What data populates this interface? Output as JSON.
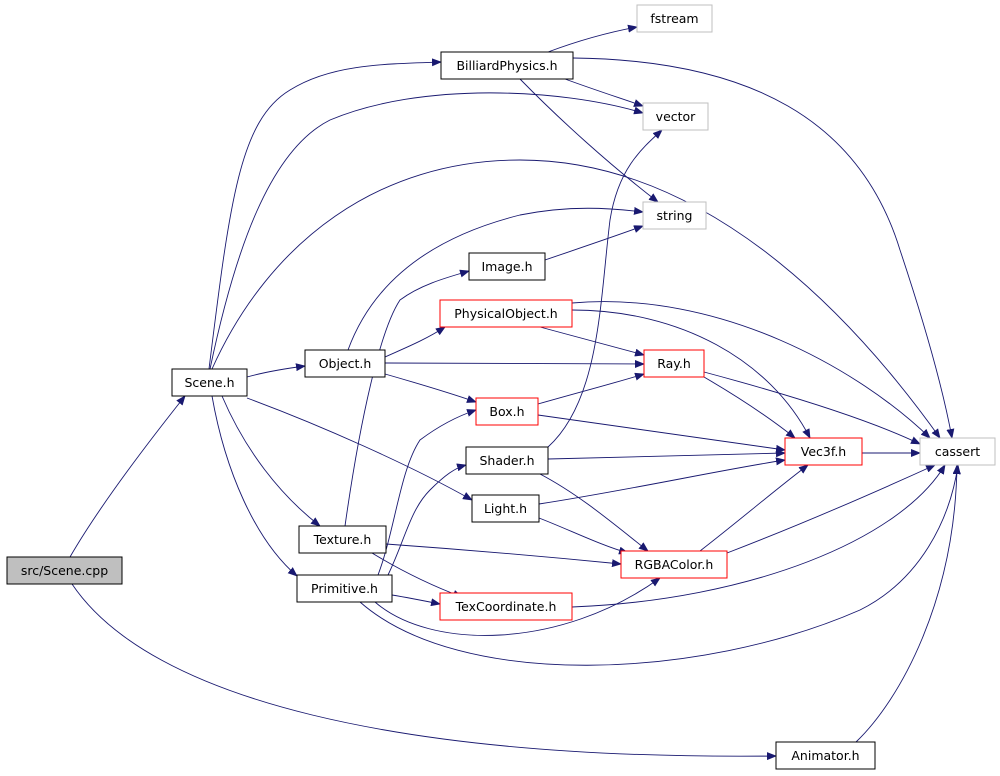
{
  "graph": {
    "colors": {
      "edge": "#191970",
      "border_normal": "#000000",
      "border_red": "#ff0000",
      "border_system": "#bfbfbf",
      "fill_default": "#ffffff",
      "fill_root": "#bfbfbf"
    },
    "nodes": [
      {
        "id": "scene_cpp",
        "label": "src/Scene.cpp",
        "style": "root"
      },
      {
        "id": "scene_h",
        "label": "Scene.h",
        "style": "normal"
      },
      {
        "id": "billiard",
        "label": "BilliardPhysics.h",
        "style": "normal"
      },
      {
        "id": "fstream",
        "label": "fstream",
        "style": "system"
      },
      {
        "id": "vector",
        "label": "vector",
        "style": "system"
      },
      {
        "id": "string",
        "label": "string",
        "style": "system"
      },
      {
        "id": "image",
        "label": "Image.h",
        "style": "normal"
      },
      {
        "id": "physobj",
        "label": "PhysicalObject.h",
        "style": "red"
      },
      {
        "id": "object",
        "label": "Object.h",
        "style": "normal"
      },
      {
        "id": "ray",
        "label": "Ray.h",
        "style": "red"
      },
      {
        "id": "box",
        "label": "Box.h",
        "style": "red"
      },
      {
        "id": "shader",
        "label": "Shader.h",
        "style": "normal"
      },
      {
        "id": "vec3f",
        "label": "Vec3f.h",
        "style": "red"
      },
      {
        "id": "cassert",
        "label": "cassert",
        "style": "system"
      },
      {
        "id": "light",
        "label": "Light.h",
        "style": "normal"
      },
      {
        "id": "texture",
        "label": "Texture.h",
        "style": "normal"
      },
      {
        "id": "rgba",
        "label": "RGBAColor.h",
        "style": "red"
      },
      {
        "id": "primitive",
        "label": "Primitive.h",
        "style": "normal"
      },
      {
        "id": "texcoord",
        "label": "TexCoordinate.h",
        "style": "red"
      },
      {
        "id": "animator",
        "label": "Animator.h",
        "style": "normal"
      }
    ],
    "edges": [
      {
        "from": "scene_cpp",
        "to": "scene_h"
      },
      {
        "from": "scene_cpp",
        "to": "animator"
      },
      {
        "from": "scene_h",
        "to": "billiard"
      },
      {
        "from": "scene_h",
        "to": "vector"
      },
      {
        "from": "scene_h",
        "to": "cassert"
      },
      {
        "from": "scene_h",
        "to": "object"
      },
      {
        "from": "scene_h",
        "to": "light"
      },
      {
        "from": "scene_h",
        "to": "texture"
      },
      {
        "from": "scene_h",
        "to": "primitive"
      },
      {
        "from": "billiard",
        "to": "fstream"
      },
      {
        "from": "billiard",
        "to": "vector"
      },
      {
        "from": "billiard",
        "to": "string"
      },
      {
        "from": "billiard",
        "to": "cassert"
      },
      {
        "from": "image",
        "to": "string"
      },
      {
        "from": "object",
        "to": "string"
      },
      {
        "from": "object",
        "to": "physobj"
      },
      {
        "from": "object",
        "to": "ray"
      },
      {
        "from": "object",
        "to": "box"
      },
      {
        "from": "physobj",
        "to": "ray"
      },
      {
        "from": "physobj",
        "to": "vec3f"
      },
      {
        "from": "physobj",
        "to": "cassert"
      },
      {
        "from": "ray",
        "to": "vec3f"
      },
      {
        "from": "ray",
        "to": "cassert"
      },
      {
        "from": "box",
        "to": "ray"
      },
      {
        "from": "box",
        "to": "vec3f"
      },
      {
        "from": "shader",
        "to": "vector"
      },
      {
        "from": "shader",
        "to": "vec3f"
      },
      {
        "from": "shader",
        "to": "rgba"
      },
      {
        "from": "light",
        "to": "vec3f"
      },
      {
        "from": "light",
        "to": "rgba"
      },
      {
        "from": "vec3f",
        "to": "cassert"
      },
      {
        "from": "rgba",
        "to": "vec3f"
      },
      {
        "from": "rgba",
        "to": "cassert"
      },
      {
        "from": "texture",
        "to": "image"
      },
      {
        "from": "texture",
        "to": "rgba"
      },
      {
        "from": "texture",
        "to": "texcoord"
      },
      {
        "from": "primitive",
        "to": "box"
      },
      {
        "from": "primitive",
        "to": "shader"
      },
      {
        "from": "primitive",
        "to": "texcoord"
      },
      {
        "from": "primitive",
        "to": "rgba"
      },
      {
        "from": "primitive",
        "to": "cassert"
      },
      {
        "from": "texcoord",
        "to": "cassert"
      },
      {
        "from": "animator",
        "to": "cassert"
      }
    ]
  }
}
